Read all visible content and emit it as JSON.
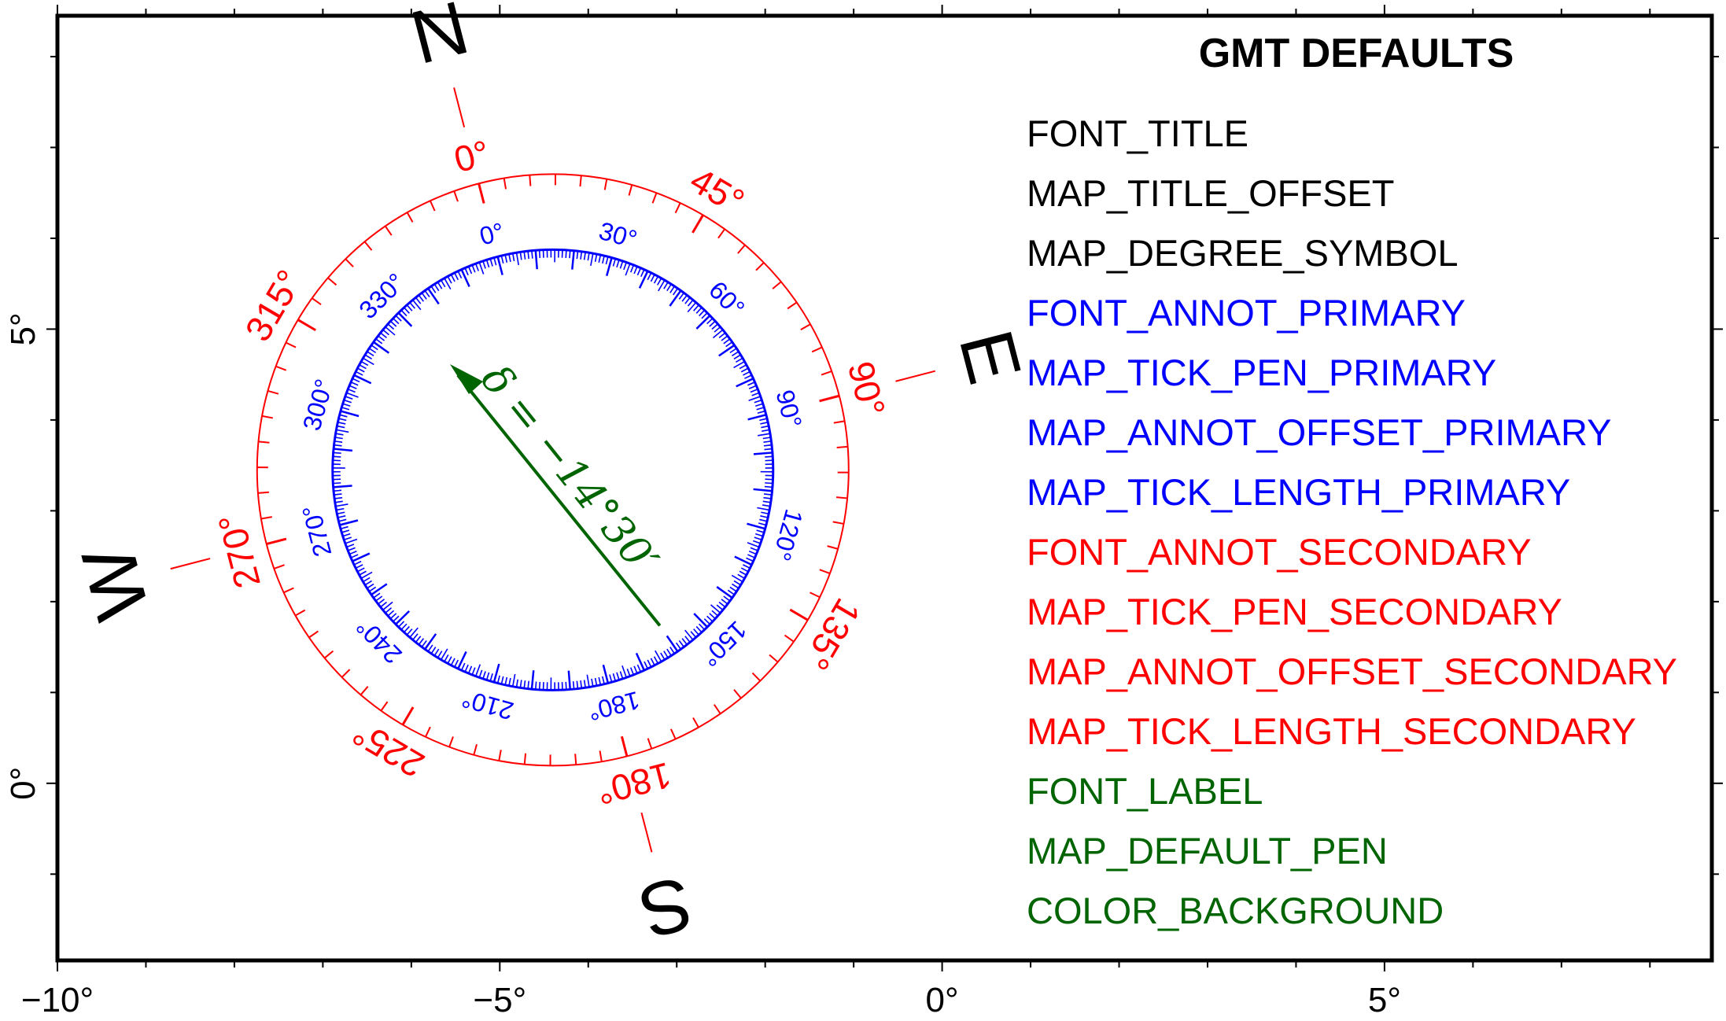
{
  "x_axis": {
    "labels": [
      "−10°",
      "−5°",
      "0°",
      "5°"
    ],
    "values": [
      -10,
      -5,
      0,
      5
    ],
    "range": [
      -10,
      8.7
    ]
  },
  "y_axis": {
    "labels": [
      "0°",
      "5°"
    ],
    "values": [
      0,
      5
    ],
    "range": [
      -1.95,
      8.45
    ]
  },
  "compass": {
    "center": [
      -4.4,
      3.45
    ],
    "cardinal_labels": [
      "N",
      "E",
      "S",
      "W"
    ],
    "rotation_deg": -14.5,
    "secondary": {
      "color": "#ff0000",
      "labels": [
        "0°",
        "45°",
        "90°",
        "135°",
        "180°",
        "225°",
        "270°",
        "315°"
      ],
      "label_values": [
        0,
        45,
        90,
        135,
        180,
        225,
        270,
        315
      ]
    },
    "primary": {
      "color": "#0000ff",
      "labels": [
        "0°",
        "30°",
        "60°",
        "90°",
        "120°",
        "150°",
        "180°",
        "210°",
        "240°",
        "270°",
        "300°",
        "330°"
      ],
      "label_values": [
        0,
        30,
        60,
        90,
        120,
        150,
        180,
        210,
        240,
        270,
        300,
        330
      ]
    },
    "declination": {
      "label": "δ = −14°30′",
      "value_deg": -14.5,
      "color": "#006400"
    }
  },
  "legend": {
    "title": "GMT DEFAULTS",
    "items": [
      {
        "text": "FONT_TITLE",
        "color": "#000000"
      },
      {
        "text": "MAP_TITLE_OFFSET",
        "color": "#000000"
      },
      {
        "text": "MAP_DEGREE_SYMBOL",
        "color": "#000000"
      },
      {
        "text": "FONT_ANNOT_PRIMARY",
        "color": "#0000ff"
      },
      {
        "text": "MAP_TICK_PEN_PRIMARY",
        "color": "#0000ff"
      },
      {
        "text": "MAP_ANNOT_OFFSET_PRIMARY",
        "color": "#0000ff"
      },
      {
        "text": "MAP_TICK_LENGTH_PRIMARY",
        "color": "#0000ff"
      },
      {
        "text": "FONT_ANNOT_SECONDARY",
        "color": "#ff0000"
      },
      {
        "text": "MAP_TICK_PEN_SECONDARY",
        "color": "#ff0000"
      },
      {
        "text": "MAP_ANNOT_OFFSET_SECONDARY",
        "color": "#ff0000"
      },
      {
        "text": "MAP_TICK_LENGTH_SECONDARY",
        "color": "#ff0000"
      },
      {
        "text": "FONT_LABEL",
        "color": "#006400"
      },
      {
        "text": "MAP_DEFAULT_PEN",
        "color": "#006400"
      },
      {
        "text": "COLOR_BACKGROUND",
        "color": "#006400"
      }
    ]
  }
}
